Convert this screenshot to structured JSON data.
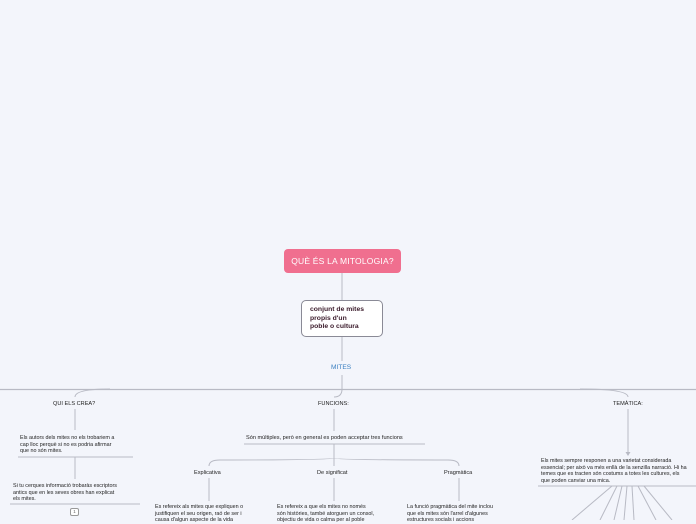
{
  "root": {
    "label": "QUÈ ÉS LA MITOLOGIA?"
  },
  "definition": {
    "lines": [
      "conjunt de mites",
      "propis d'un",
      "poble o cultura"
    ]
  },
  "mites": {
    "label": "MITES"
  },
  "branches": {
    "qui": {
      "label": "QUI ELS CREA?",
      "text1": [
        "Els autors dels mites no els trobariem a",
        "cap lloc perquè si no es podria afirmar",
        "que no són mites."
      ],
      "text2": [
        "Si tu cerques informació trobaràs escriptors",
        "antics que en les seves obres han explicat",
        "els mites."
      ],
      "collapse_count": "1"
    },
    "funcions": {
      "label": "FUNCIONS:",
      "intro": "Són múltiples, però en general es poden acceptar tres funcions",
      "sub": [
        {
          "label": "Explicativa",
          "text": [
            "Es refereix als mites que expliquen o",
            "justifiquen el seu origen, raó de ser i",
            "causa d'algun aspecte de la vida"
          ]
        },
        {
          "label": "De significat",
          "text": [
            "Es refereix a que els mites no només",
            "són històries, també atorguen un consol,",
            "objectiu de vida o calma per al poble"
          ]
        },
        {
          "label": "Pragmàtica",
          "text": [
            "La funció pragmàtica del mite inclou",
            "que els mites són l'arrel d'algunes",
            "estructures socials i accions"
          ]
        }
      ]
    },
    "tematica": {
      "label": "TEMÀTICA:",
      "text": [
        "Els mites sempre responen a una varietat considerada",
        "essencial; per això va més enllà de la senzilla narració. Hi ha",
        "temes que es tracten són costums a totes les cultures, els",
        "que poden canviar una mica."
      ]
    }
  },
  "colors": {
    "root": "#f06f8f",
    "connector": "#b7b9c4",
    "accent": "#3a7fc0",
    "background": "#f3f5fb"
  }
}
